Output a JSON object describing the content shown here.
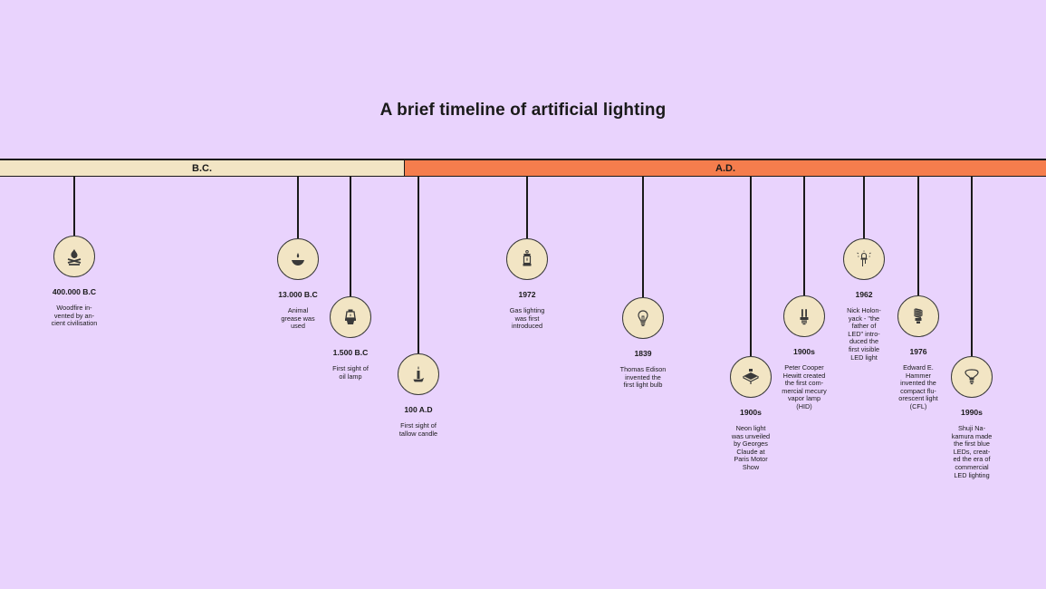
{
  "title": "A brief timeline of artificial lighting",
  "eras": {
    "bc": "B.C.",
    "ad": "A.D."
  },
  "events": [
    {
      "date": "400.000 B.C",
      "desc": "Woodfire in-\nvented by an-\ncient civilisation",
      "icon": "campfire-icon"
    },
    {
      "date": "13.000 B.C",
      "desc": "Animal\ngrease was\nused",
      "icon": "grease-lamp-icon"
    },
    {
      "date": "1.500 B.C",
      "desc": "First sight of\noil lamp",
      "icon": "oil-lamp-icon"
    },
    {
      "date": "100 A.D",
      "desc": "First sight of\ntallow candle",
      "icon": "candle-icon"
    },
    {
      "date": "1972",
      "desc": "Gas lighting\nwas first\nintroduced",
      "icon": "gas-lantern-icon"
    },
    {
      "date": "1839",
      "desc": "Thomas Edison\ninvented the\nfirst light bulb",
      "icon": "light-bulb-icon"
    },
    {
      "date": "1900s",
      "desc": "Neon light\nwas unveiled\nby Georges\nClaude at\nParis Motor\nShow",
      "icon": "neon-light-icon"
    },
    {
      "date": "1900s",
      "desc": "Peter Cooper\nHewitt created\nthe first com-\nmercial mecury\nvapor lamp\n(HID)",
      "icon": "vapor-lamp-icon"
    },
    {
      "date": "1962",
      "desc": "Nick Holon-\nyack - \"the\nfather of\nLED\" intro-\nduced the\nfirst visible\nLED light",
      "icon": "led-icon"
    },
    {
      "date": "1976",
      "desc": "Edward E.\nHammer\ninvented the\ncompact flu-\norescent light\n(CFL)",
      "icon": "cfl-icon"
    },
    {
      "date": "1990s",
      "desc": "Shuji Na-\nkamura made\nthe first blue\nLEDs, creat-\ned the era of\ncommercial\nLED lighting",
      "icon": "led-bulb-icon"
    }
  ]
}
